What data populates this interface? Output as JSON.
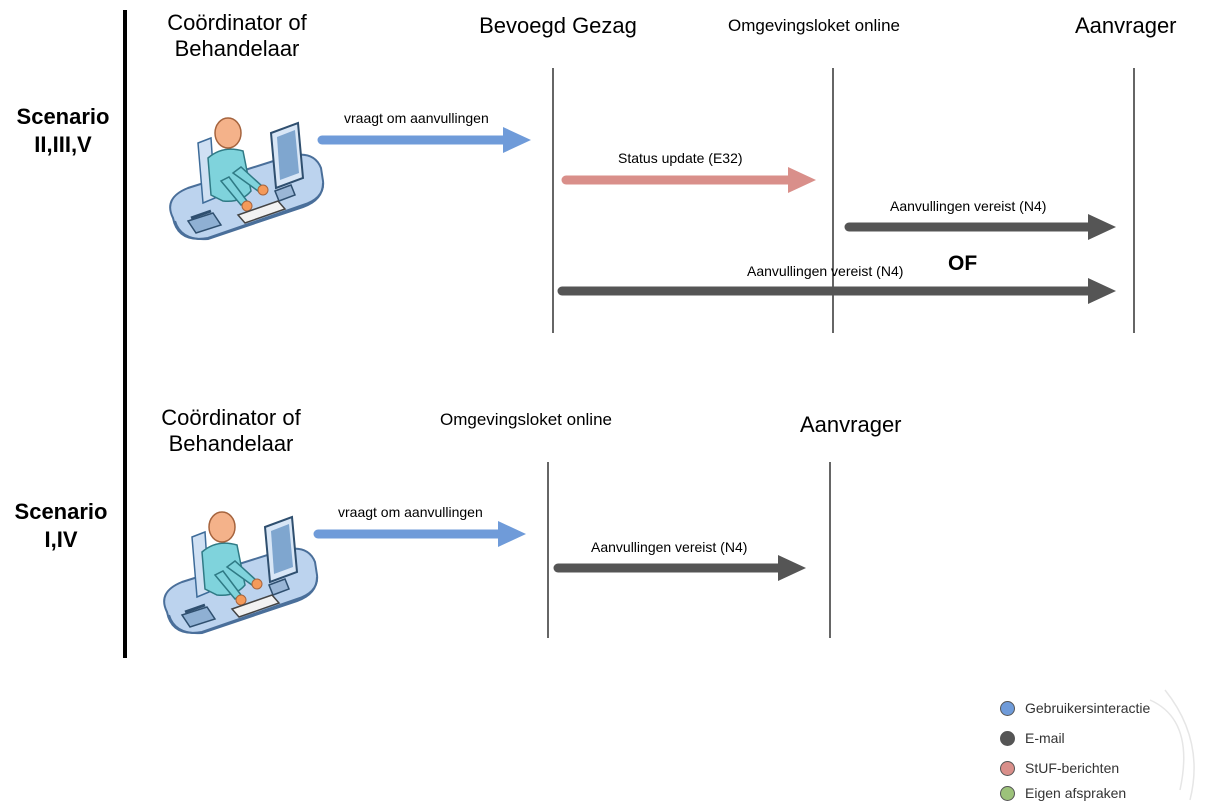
{
  "colors": {
    "user_interaction": "#6f9bd9",
    "email": "#555555",
    "stuf": "#d98f8a",
    "own_agreements": "#9cc27a"
  },
  "scenario_top": {
    "label_line1": "Scenario",
    "label_line2": "II,III,V",
    "col_coordinator_line1": "Coördinator of",
    "col_coordinator_line2": "Behandelaar",
    "col_bevoegd": "Bevoegd Gezag",
    "col_omgevingsloket": "Omgevingsloket online",
    "col_aanvrager": "Aanvrager",
    "arrow1_label": "vraagt om aanvullingen",
    "arrow2_label": "Status update (E32)",
    "arrow3_label": "Aanvullingen vereist (N4)",
    "arrow4_label": "Aanvullingen vereist (N4)",
    "or_label": "OF"
  },
  "scenario_bottom": {
    "label_line1": "Scenario",
    "label_line2": "I,IV",
    "col_coordinator_line1": "Coördinator of",
    "col_coordinator_line2": "Behandelaar",
    "col_omgevingsloket": "Omgevingsloket online",
    "col_aanvrager": "Aanvrager",
    "arrow1_label": "vraagt om aanvullingen",
    "arrow2_label": "Aanvullingen vereist (N4)"
  },
  "legend": {
    "items": [
      {
        "label": "Gebruikersinteractie",
        "color": "#6f9bd9"
      },
      {
        "label": "E-mail",
        "color": "#555555"
      },
      {
        "label": "StUF-berichten",
        "color": "#d98f8a"
      },
      {
        "label": "Eigen afspraken",
        "color": "#9cc27a"
      }
    ]
  }
}
